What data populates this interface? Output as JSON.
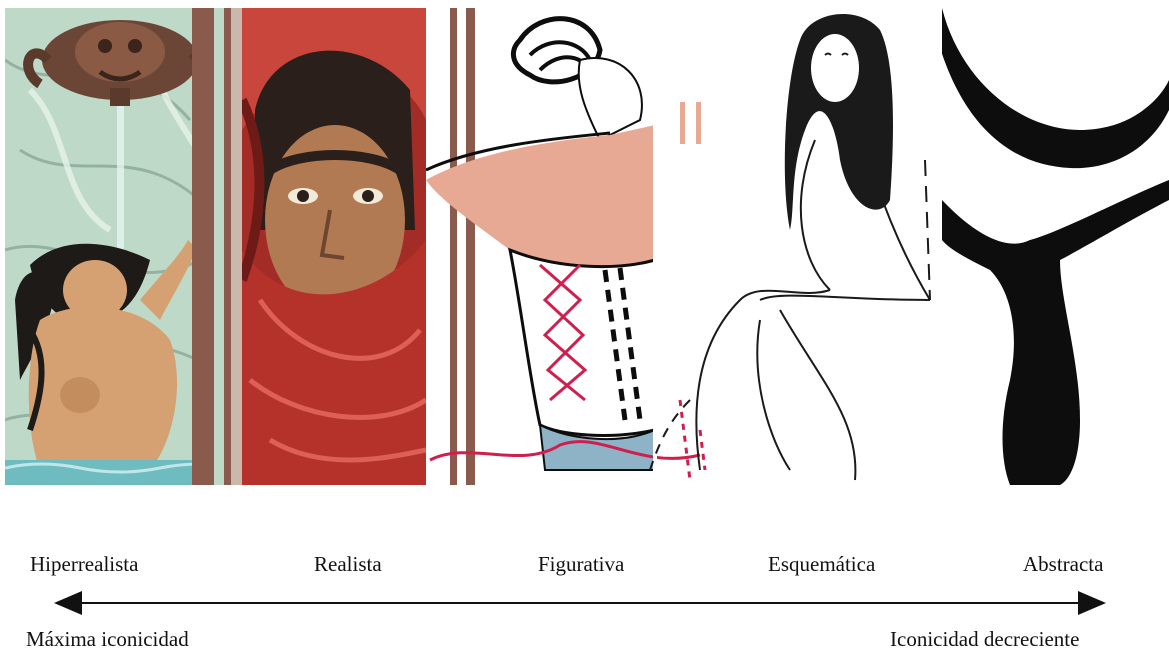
{
  "scale": {
    "categories": [
      "Hiperrealista",
      "Realista",
      "Figurativa",
      "Esquemática",
      "Abstracta"
    ],
    "left_caption": "Máxima iconicidad",
    "right_caption": "Iconicidad decreciente"
  },
  "colors": {
    "marble": "#bfd9c8",
    "veins": "#8aa79a",
    "skin": "#d6a172",
    "hair": "#1e1a17",
    "fabric_red": "#b5322b",
    "face": "#b17a52",
    "figurative_skin": "#e7a994",
    "corset_stripe": "#d01f4f",
    "denim": "#8fb3c6",
    "stripe_brown": "#8a5a4c",
    "ink": "#0d0d0d"
  },
  "panels": [
    {
      "name": "panel-hiperrealista",
      "icon": "hyperrealistic-bather-painting"
    },
    {
      "name": "panel-realista",
      "icon": "realistic-veiled-face-painting"
    },
    {
      "name": "panel-figurativa",
      "icon": "figurative-corset-illustration"
    },
    {
      "name": "panel-esquematica",
      "icon": "schematic-line-figure"
    },
    {
      "name": "panel-abstracta",
      "icon": "abstract-silhouette"
    }
  ]
}
